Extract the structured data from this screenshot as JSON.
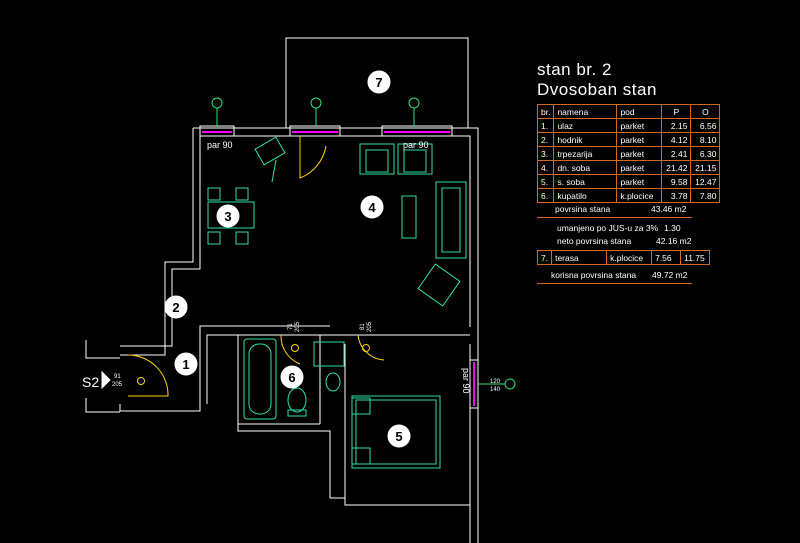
{
  "header": {
    "title_line1": "stan br.  2",
    "title_line2": "Dvosoban stan"
  },
  "table": {
    "headers": [
      "br.",
      "namena",
      "pod",
      "P",
      "O"
    ],
    "rows": [
      [
        "1.",
        "ulaz",
        "parket",
        "2.15",
        "6.56"
      ],
      [
        "2.",
        "hodnik",
        "parket",
        "4.12",
        "8.10"
      ],
      [
        "3.",
        "trpezarija",
        "parket",
        "2.41",
        "6.30"
      ],
      [
        "4.",
        "dn. soba",
        "parket",
        "21.42",
        "21.15"
      ],
      [
        "5.",
        "s. soba",
        "parket",
        "9.58",
        "12.47"
      ],
      [
        "6.",
        "kupatilo",
        "k.plocice",
        "3.78",
        "7.80"
      ]
    ]
  },
  "summary": {
    "povrsina_label": "povrsina stana",
    "povrsina_value": "43.46  m2",
    "umanjeno_label": "umanjeno po JUS-u za 3%",
    "umanjeno_value": "1.30",
    "neto_label": "neto povrsina stana",
    "neto_value": "42.16  m2",
    "terasa_row": [
      "7.",
      "terasa",
      "k.plocice",
      "7.56",
      "11.75"
    ],
    "korisna_label": "korisna povrsina stana",
    "korisna_value": "49.72  m2"
  },
  "plan": {
    "room_numbers": [
      "1",
      "2",
      "3",
      "4",
      "5",
      "6",
      "7"
    ],
    "door_labels": {
      "top_left": "par 90",
      "top_mid": "par 90",
      "right_side": "par 90"
    },
    "window_marks": {
      "a": "71",
      "b": "205",
      "c": "81",
      "d": "205",
      "e": "120",
      "f": "140",
      "g": "91",
      "h": "205"
    },
    "entry_label": "S2",
    "entry_dims": {
      "width": "91",
      "height": "205"
    }
  },
  "colors": {
    "wall": "#ffffff",
    "furniture": "#2ee0a8",
    "door": "#ffd400",
    "table_border": "#d2691e",
    "window": "#ff00ff"
  }
}
